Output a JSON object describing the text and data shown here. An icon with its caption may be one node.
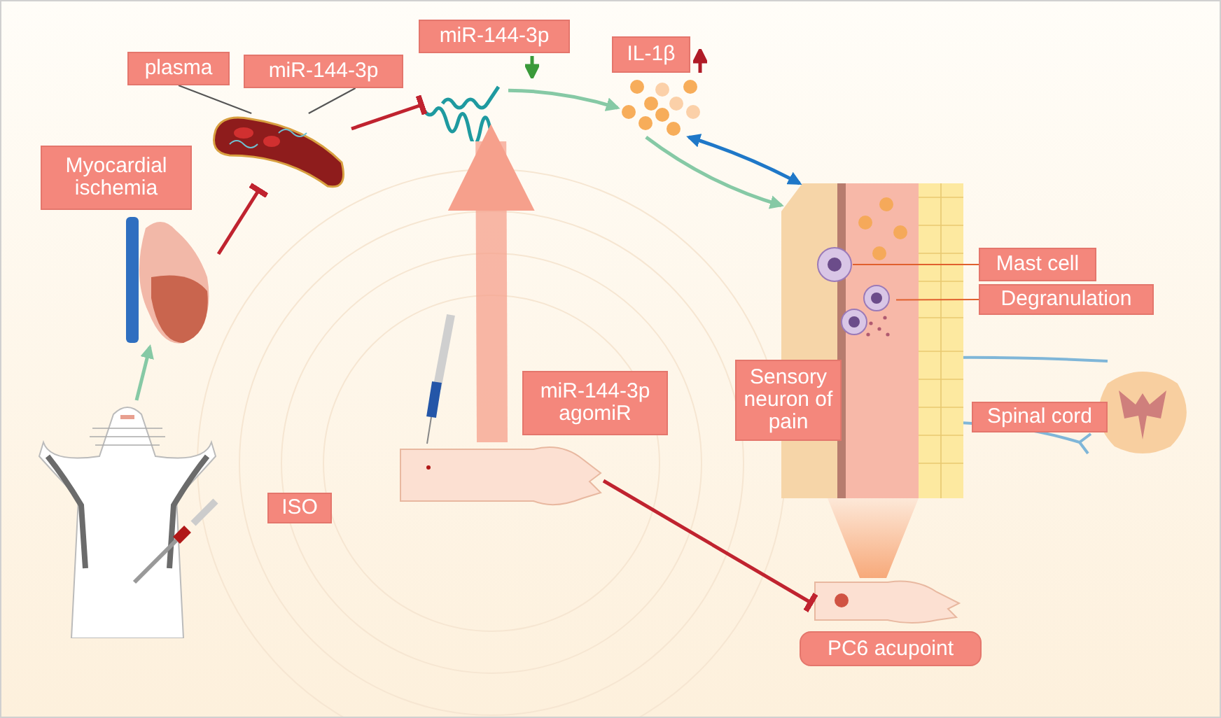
{
  "diagram": {
    "nodes": [
      {
        "text": [],
        "shape": "picture"
      },
      {
        "text": [
          "ISO"
        ]
      },
      {
        "text": [],
        "shape": "picture"
      },
      {
        "text": [
          "Myocardial ischemia"
        ]
      },
      {
        "text": [],
        "shape": "picture"
      },
      {
        "text": [
          "plasma"
        ]
      },
      {
        "text": [
          "miR-144-3p"
        ]
      },
      {
        "text": [],
        "shape": "picture"
      },
      {
        "text": [
          "miR-144-3p"
        ]
      },
      {
        "text": [],
        "shape": "picture"
      },
      {
        "text": [
          "IL-1β"
        ]
      },
      {
        "text": [],
        "shape": "picture"
      },
      {
        "text": [],
        "shape": "picture",
        "in": 11
      },
      {
        "text": [],
        "shape": "picture",
        "in": 11
      },
      {
        "text": [
          "Mast cell"
        ]
      },
      {
        "text": [
          "Degranulation"
        ]
      },
      {
        "text": [
          "Sensory neuron of pain"
        ]
      },
      {
        "text": [],
        "shape": "picture"
      },
      {
        "text": [
          "Spinal cord"
        ]
      },
      {
        "text": [],
        "shape": "picture"
      },
      {
        "text": [
          "miR-144-3p agomiR"
        ]
      },
      {
        "text": [],
        "shape": "picture"
      },
      {
        "text": [
          "PC6 acupoint"
        ]
      }
    ],
    "edges": [
      {
        "from": 0,
        "to": 2,
        "arrow": "to",
        "color": "#86c9a5"
      },
      {
        "from": 2,
        "to": 4,
        "arrow": "other",
        "color": "#c0232f"
      },
      {
        "from": 4,
        "to": 7,
        "arrow": "other",
        "color": "#c0232f"
      },
      {
        "from": 7,
        "to": 9,
        "arrow": "to",
        "color": "#86c9a5"
      },
      {
        "from": 9,
        "to": 11,
        "arrow": "to",
        "color": "#86c9a5"
      },
      {
        "from": 9,
        "to": 11,
        "arrow": "both",
        "color": "#1f78c8"
      },
      {
        "from": 19,
        "to": 7,
        "arrow": "to",
        "style": "thick",
        "color": "#f6a08c"
      },
      {
        "from": 19,
        "to": 21,
        "arrow": "other",
        "color": "#c0232f"
      },
      {
        "from": 5,
        "to": 4,
        "arrow": "none",
        "color": "#555555"
      },
      {
        "from": 6,
        "to": 4,
        "arrow": "none",
        "color": "#555555"
      },
      {
        "from": 14,
        "to": 12,
        "arrow": "none",
        "color": "#e0602e"
      },
      {
        "from": 15,
        "to": 13,
        "arrow": "none",
        "color": "#e0602e"
      }
    ]
  }
}
